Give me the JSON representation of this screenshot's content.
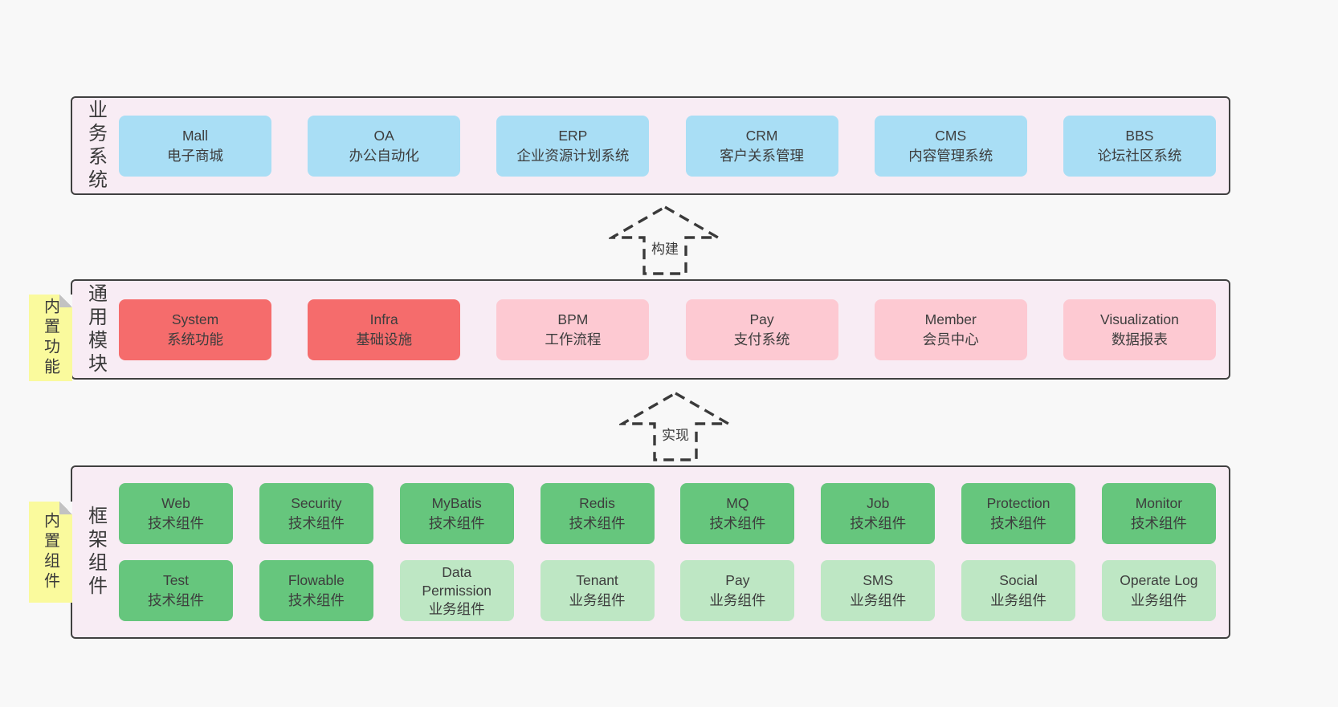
{
  "palette": {
    "page_bg": "#f8f8f8",
    "layer_bg": "#f8ecf4",
    "border": "#404040",
    "blue": "#a9def5",
    "red": "#f56c6c",
    "pink": "#fdc9d2",
    "green": "#66c67d",
    "light_green": "#bee7c4",
    "sticky_yellow": "#fafa9d",
    "fold_grey": "#c2c2c2",
    "text": "#3d3d3d"
  },
  "arrows": [
    {
      "label": "构建"
    },
    {
      "label": "实现"
    }
  ],
  "layers": [
    {
      "label": "业务系统",
      "boxes": [
        {
          "en": "Mall",
          "zh": "电子商城"
        },
        {
          "en": "OA",
          "zh": "办公自动化"
        },
        {
          "en": "ERP",
          "zh": "企业资源计划系统"
        },
        {
          "en": "CRM",
          "zh": "客户关系管理"
        },
        {
          "en": "CMS",
          "zh": "内容管理系统"
        },
        {
          "en": "BBS",
          "zh": "论坛社区系统"
        }
      ]
    },
    {
      "label": "通用模块",
      "sticky": "内置功能",
      "boxes": [
        {
          "en": "System",
          "zh": "系统功能"
        },
        {
          "en": "Infra",
          "zh": "基础设施"
        },
        {
          "en": "BPM",
          "zh": "工作流程"
        },
        {
          "en": "Pay",
          "zh": "支付系统"
        },
        {
          "en": "Member",
          "zh": "会员中心"
        },
        {
          "en": "Visualization",
          "zh": "数据报表"
        }
      ]
    },
    {
      "label": "框架组件",
      "sticky": "内置组件",
      "rows": [
        [
          {
            "en": "Web",
            "zh": "技术组件"
          },
          {
            "en": "Security",
            "zh": "技术组件"
          },
          {
            "en": "MyBatis",
            "zh": "技术组件"
          },
          {
            "en": "Redis",
            "zh": "技术组件"
          },
          {
            "en": "MQ",
            "zh": "技术组件"
          },
          {
            "en": "Job",
            "zh": "技术组件"
          },
          {
            "en": "Protection",
            "zh": "技术组件"
          },
          {
            "en": "Monitor",
            "zh": "技术组件"
          }
        ],
        [
          {
            "en": "Test",
            "zh": "技术组件"
          },
          {
            "en": "Flowable",
            "zh": "技术组件"
          },
          {
            "en": "Data Permission",
            "zh": "业务组件"
          },
          {
            "en": "Tenant",
            "zh": "业务组件"
          },
          {
            "en": "Pay",
            "zh": "业务组件"
          },
          {
            "en": "SMS",
            "zh": "业务组件"
          },
          {
            "en": "Social",
            "zh": "业务组件"
          },
          {
            "en": "Operate Log",
            "zh": "业务组件"
          }
        ]
      ]
    }
  ]
}
